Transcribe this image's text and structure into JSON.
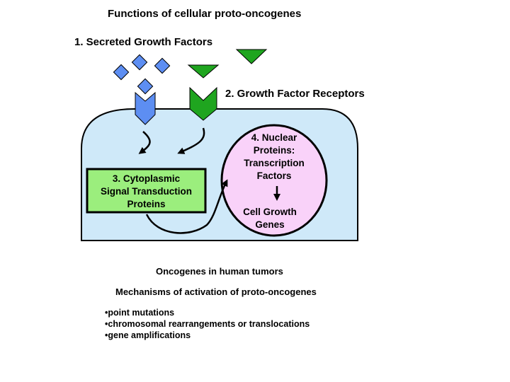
{
  "title": "Functions of cellular proto-oncogenes",
  "labels": {
    "secreted_growth_factors": "1. Secreted Growth Factors",
    "growth_factor_receptors": "2. Growth Factor Receptors",
    "cytoplasmic_proteins": [
      "3. Cytoplasmic",
      "Signal Transduction",
      "Proteins"
    ],
    "nuclear_proteins": [
      "4. Nuclear",
      "Proteins:",
      "Transcription",
      "Factors"
    ],
    "cell_growth_genes": [
      "Cell Growth",
      "Genes"
    ]
  },
  "sections": {
    "oncogenes_in_tumors": "Oncogenes in human tumors",
    "mechanisms_title": "Mechanisms of activation of proto-oncogenes"
  },
  "mechanisms": [
    "point mutations",
    "chromosomal rearrangements or translocations",
    "gene amplifications"
  ],
  "colors": {
    "cell": "#cfe9f9",
    "nucleus": "#f9d2f9",
    "cytoplasmic_box": "#9bee7d",
    "growth_factor_blue": "#5d8ef2",
    "receptor_green": "#1fa51f"
  }
}
